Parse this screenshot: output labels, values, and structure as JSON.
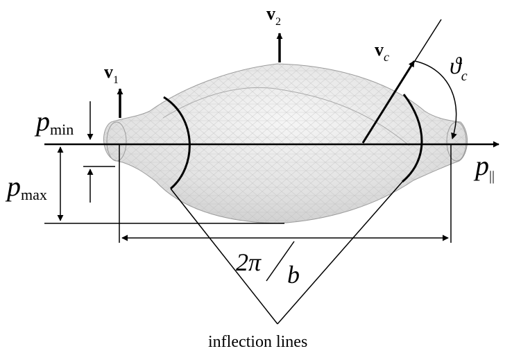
{
  "labels": {
    "v1_base": "v",
    "v1_sub": "1",
    "v2_base": "v",
    "v2_sub": "2",
    "vc_base": "v",
    "vc_sub": "c",
    "theta_base": "ϑ",
    "theta_sub": "c",
    "pmin_base": "p",
    "pmin_sub": "min",
    "pmax_base": "p",
    "pmax_sub": "max",
    "ppar_base": "p",
    "ppar_sub": "||",
    "two_pi": "2π",
    "b": "b",
    "inflection": "inflection lines"
  }
}
